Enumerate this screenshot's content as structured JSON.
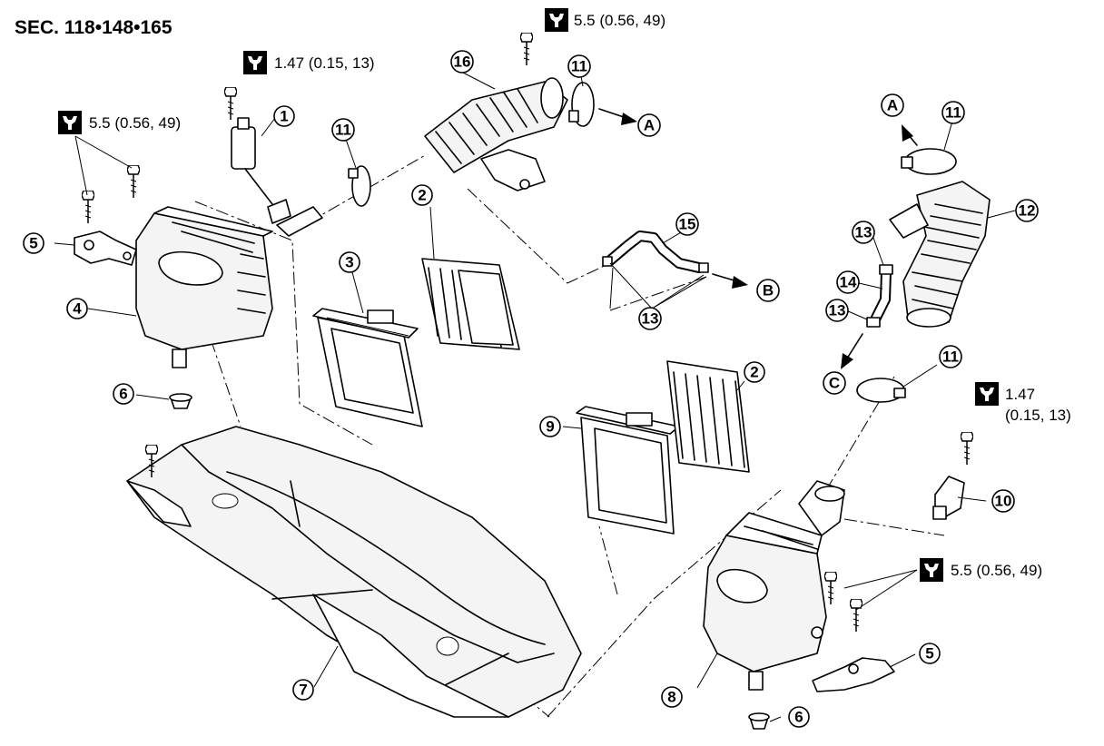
{
  "title": "SEC. 118•148•165",
  "torque_specs": [
    {
      "id": "t1",
      "text": "5.5 (0.56, 49)"
    },
    {
      "id": "t2",
      "text": "1.47 (0.15, 13)"
    },
    {
      "id": "t3",
      "text": "5.5 (0.56, 49)"
    },
    {
      "id": "t4",
      "text": "1.47"
    },
    {
      "id": "t4b",
      "text": "(0.15, 13)"
    },
    {
      "id": "t5",
      "text": "5.5 (0.56, 49)"
    }
  ],
  "callouts": {
    "c1": "1",
    "c2a": "2",
    "c2b": "2",
    "c3": "3",
    "c4": "4",
    "c5a": "5",
    "c5b": "5",
    "c6a": "6",
    "c6b": "6",
    "c7": "7",
    "c8": "8",
    "c9": "9",
    "c10": "10",
    "c11a": "11",
    "c11b": "11",
    "c11c": "11",
    "c11d": "11",
    "c12": "12",
    "c13a": "13",
    "c13b": "13",
    "c13c": "13",
    "c14": "14",
    "c15": "15",
    "c16": "16"
  },
  "refs": {
    "ra": "A",
    "ra2": "A",
    "rb": "B",
    "rc": "C"
  }
}
